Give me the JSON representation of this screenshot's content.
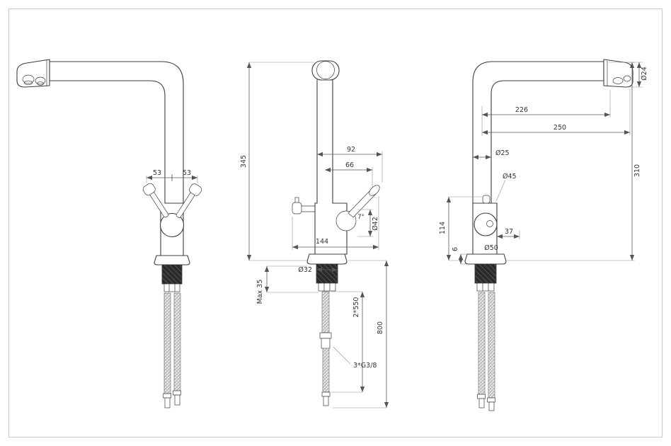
{
  "dims": {
    "front": {
      "left_53": "53",
      "right_53": "53"
    },
    "side": {
      "h345": "345",
      "w92": "92",
      "w66": "66",
      "a7": "7°",
      "d42": "Ø42",
      "w144": "144",
      "d32": "Ø32",
      "max35": "Max 35",
      "hose550": "2*550",
      "len800": "800",
      "thread": "3*G3/8"
    },
    "back": {
      "d24": "Ø24",
      "w226": "226",
      "w250": "250",
      "d25": "Ø25",
      "d45": "Ø45",
      "h310": "310",
      "h114": "114",
      "h6": "6",
      "w37": "37",
      "d50": "Ø50"
    }
  },
  "colors": {
    "line": "#3c3c3c",
    "dim": "#5a5a5a",
    "background": "#ffffff"
  }
}
